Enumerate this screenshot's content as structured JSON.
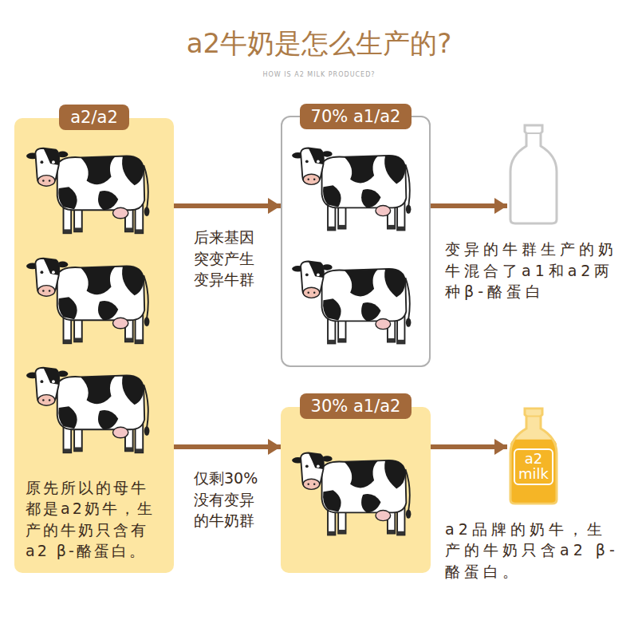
{
  "diagram": {
    "title": "a2牛奶是怎么生产的?",
    "nodes": [
      {
        "text": [
          "a2/a2",
          "原先所以的母牛都是a2奶牛，生产的牛奶只含有a2 β-酪蛋白。"
        ]
      },
      {
        "text": [
          "70% a1/a2"
        ]
      },
      {
        "text": [
          "变异的牛群生产的奶牛混合了a1和a2两种β-酪蛋白"
        ]
      },
      {
        "text": [
          "30% a1/a2"
        ]
      },
      {
        "text": [
          "a2 milk",
          "a2品牌的奶牛，生产的牛奶只含a2 β-酪蛋白。"
        ]
      }
    ],
    "edges": [
      {
        "from": 0,
        "to": 1,
        "arrow": "to",
        "label": "后来基因突变产生变异牛群"
      },
      {
        "from": 1,
        "to": 2,
        "arrow": "to"
      },
      {
        "from": 0,
        "to": 3,
        "arrow": "to",
        "label": "仅剩30%没有变异的牛奶群"
      },
      {
        "from": 3,
        "to": 4,
        "arrow": "to"
      }
    ],
    "labels": [
      "HOW IS A2 MILK PRODUCED?"
    ]
  }
}
